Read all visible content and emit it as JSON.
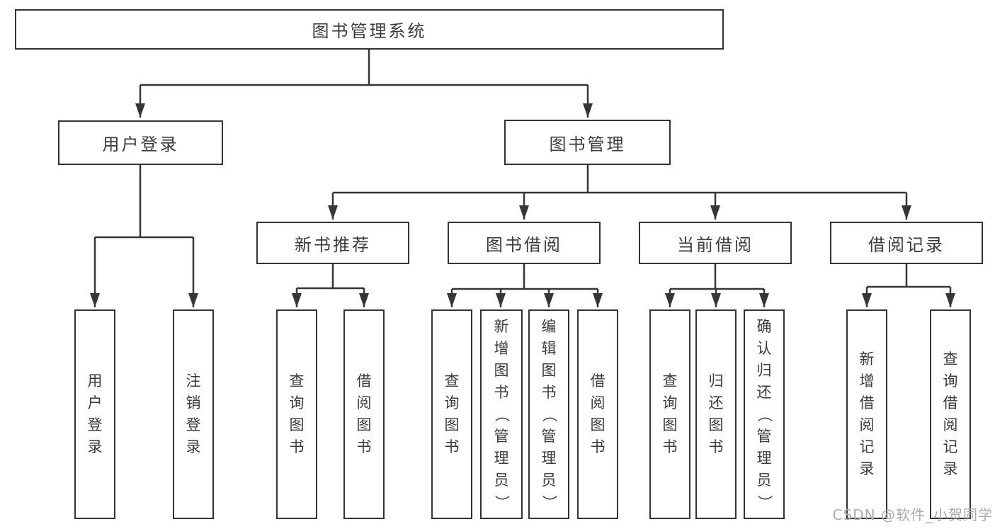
{
  "watermark": "CSDN @软件_小贺同学",
  "colors": {
    "line": "#363636",
    "box_border": "#333333",
    "text": "#3b3b3b",
    "background": "#ffffff",
    "watermark_text": "#ababab"
  },
  "tree": {
    "root": {
      "label": "图书管理系统",
      "children": [
        {
          "label": "用户登录",
          "children": [
            {
              "label": "用户登录"
            },
            {
              "label": "注销登录"
            }
          ]
        },
        {
          "label": "图书管理",
          "children": [
            {
              "label": "新书推荐",
              "children": [
                {
                  "label": "查询图书"
                },
                {
                  "label": "借阅图书"
                }
              ]
            },
            {
              "label": "图书借阅",
              "children": [
                {
                  "label": "查询图书"
                },
                {
                  "label": "新增图书（管理员）"
                },
                {
                  "label": "编辑图书（管理员）"
                },
                {
                  "label": "借阅图书"
                }
              ]
            },
            {
              "label": "当前借阅",
              "children": [
                {
                  "label": "查询图书"
                },
                {
                  "label": "归还图书"
                },
                {
                  "label": "确认归还（管理员）"
                }
              ]
            },
            {
              "label": "借阅记录",
              "children": [
                {
                  "label": "新增借阅记录"
                },
                {
                  "label": "查询借阅记录"
                }
              ]
            }
          ]
        }
      ]
    }
  }
}
